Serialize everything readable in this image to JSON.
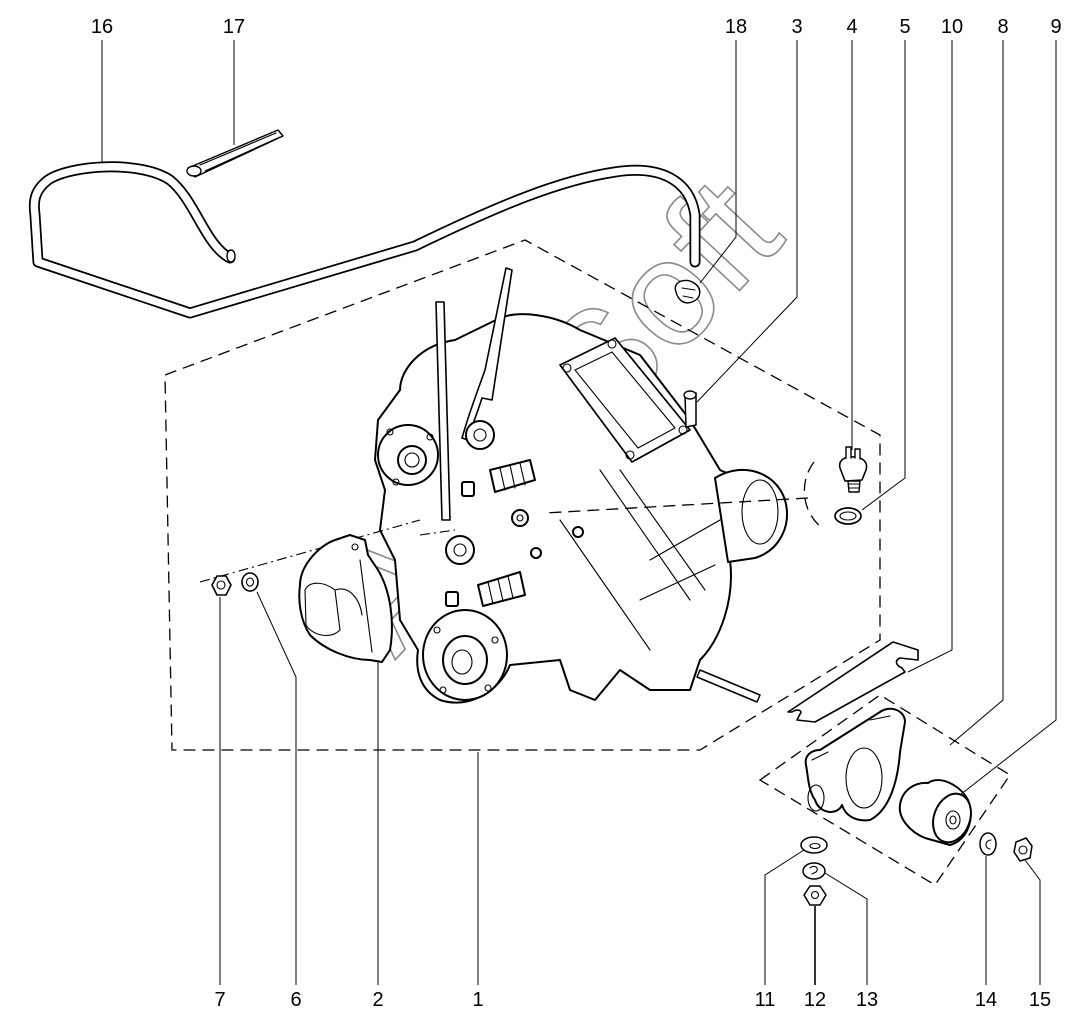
{
  "diagram": {
    "title": "Transfer case assembly — exploded view",
    "watermark": "AutoSoft",
    "line_color": "#000000",
    "watermark_color": "#8a8a8a",
    "background": "#ffffff"
  },
  "callouts_top": [
    {
      "number": "16",
      "part": "hose"
    },
    {
      "number": "17",
      "part": "cable-tie"
    },
    {
      "number": "18",
      "part": "hose-clip"
    },
    {
      "number": "3",
      "part": "breather"
    },
    {
      "number": "4",
      "part": "switch"
    },
    {
      "number": "5",
      "part": "sealing-ring"
    },
    {
      "number": "10",
      "part": "shim-plate"
    },
    {
      "number": "8",
      "part": "mounting-bracket"
    },
    {
      "number": "9",
      "part": "rubber-mount"
    }
  ],
  "callouts_bottom": [
    {
      "number": "7",
      "part": "nut"
    },
    {
      "number": "6",
      "part": "washer"
    },
    {
      "number": "2",
      "part": "cover"
    },
    {
      "number": "1",
      "part": "transfer-case"
    },
    {
      "number": "11",
      "part": "flat-washer"
    },
    {
      "number": "12",
      "part": "nut"
    },
    {
      "number": "13",
      "part": "spring-washer"
    },
    {
      "number": "14",
      "part": "spring-washer"
    },
    {
      "number": "15",
      "part": "nut"
    }
  ]
}
